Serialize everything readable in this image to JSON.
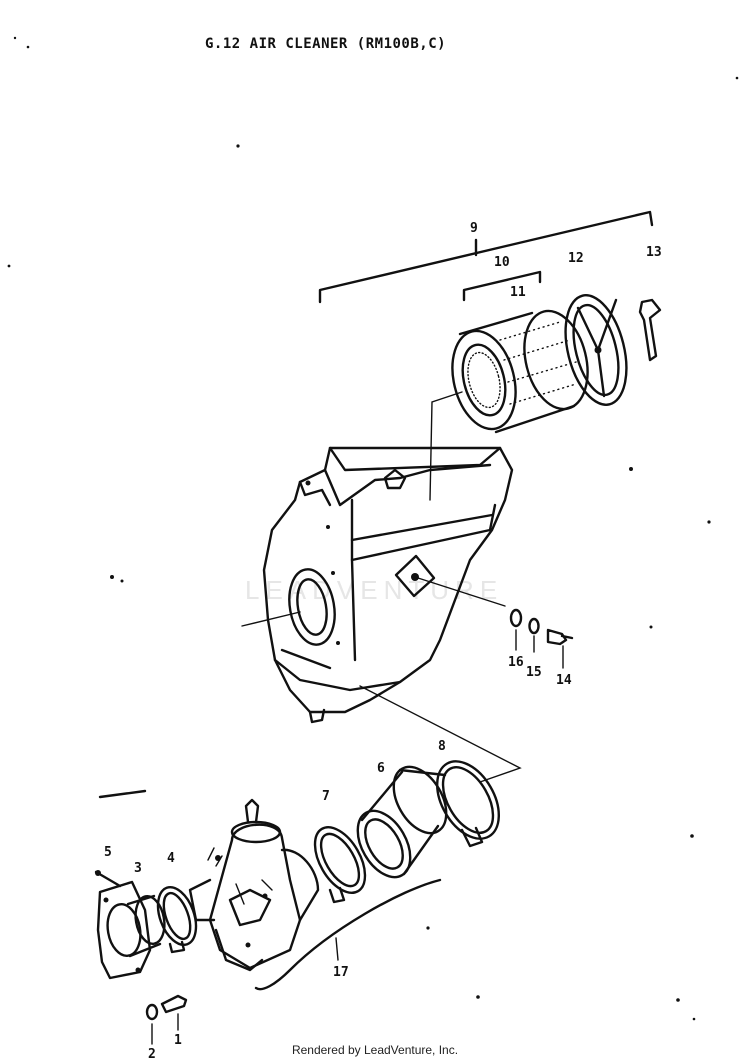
{
  "diagram": {
    "title": "G.12  AIR CLEANER (RM100B,C)",
    "footer": "Rendered by LeadVenture, Inc.",
    "watermark": "LEADVENTURE",
    "callouts": [
      {
        "id": "1",
        "text": "1"
      },
      {
        "id": "2",
        "text": "2"
      },
      {
        "id": "3",
        "text": "3"
      },
      {
        "id": "4",
        "text": "4"
      },
      {
        "id": "5",
        "text": "5"
      },
      {
        "id": "6",
        "text": "6"
      },
      {
        "id": "7",
        "text": "7"
      },
      {
        "id": "8",
        "text": "8"
      },
      {
        "id": "9",
        "text": "9"
      },
      {
        "id": "10",
        "text": "10"
      },
      {
        "id": "11",
        "text": "11"
      },
      {
        "id": "12",
        "text": "12"
      },
      {
        "id": "13",
        "text": "13"
      },
      {
        "id": "14",
        "text": "14"
      },
      {
        "id": "15",
        "text": "15"
      },
      {
        "id": "16",
        "text": "16"
      },
      {
        "id": "17",
        "text": "17"
      }
    ]
  }
}
